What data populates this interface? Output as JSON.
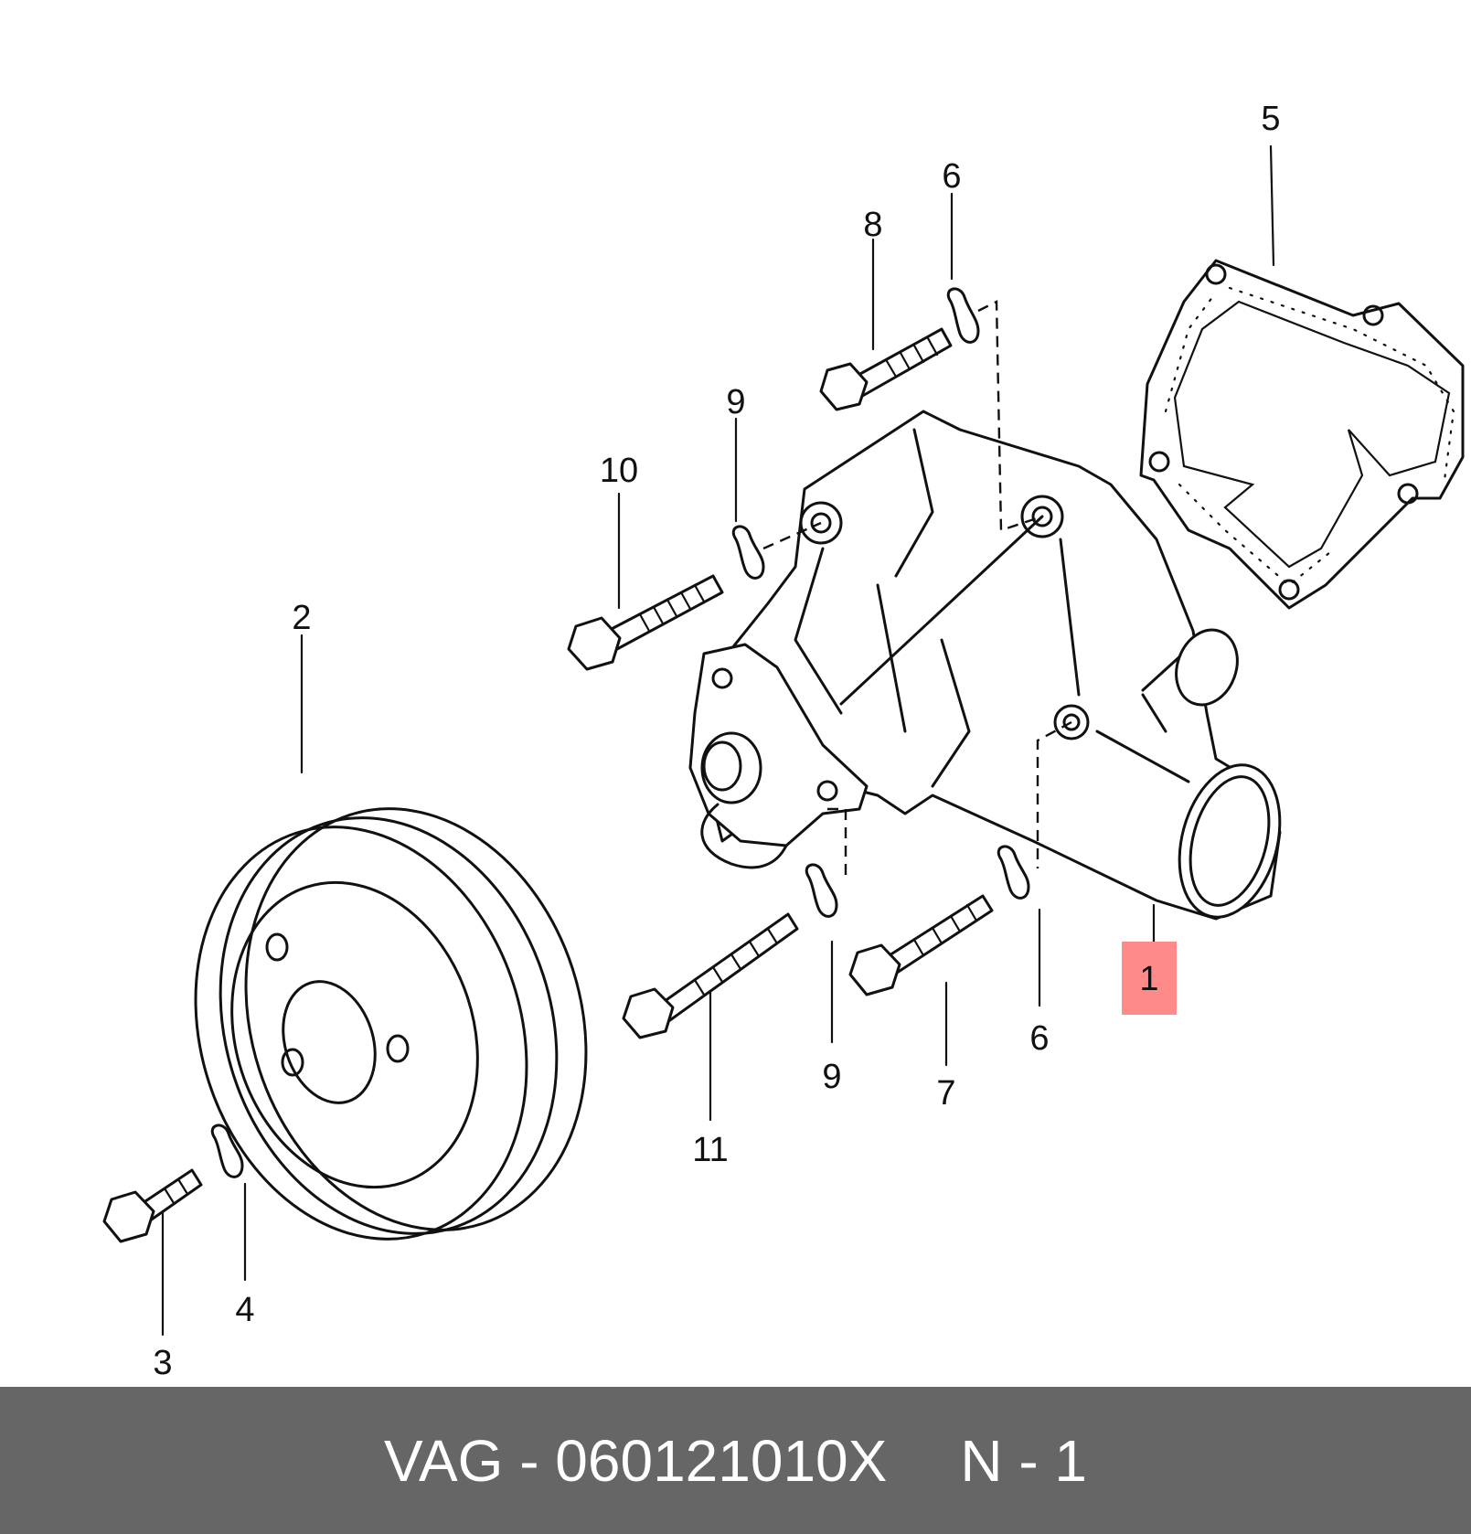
{
  "callouts": {
    "c1": "1",
    "c2": "2",
    "c3": "3",
    "c4": "4",
    "c5": "5",
    "c6a": "6",
    "c6b": "6",
    "c7": "7",
    "c8": "8",
    "c9a": "9",
    "c9b": "9",
    "c10": "10",
    "c11": "11"
  },
  "highlight": {
    "callout": "1",
    "color": "#ff8a8a"
  },
  "footer": {
    "part_label": "VAG - 060121010X",
    "position_label": "N - 1"
  },
  "colors": {
    "footer_bg": "#666666",
    "footer_text": "#ffffff",
    "line": "#111111"
  }
}
